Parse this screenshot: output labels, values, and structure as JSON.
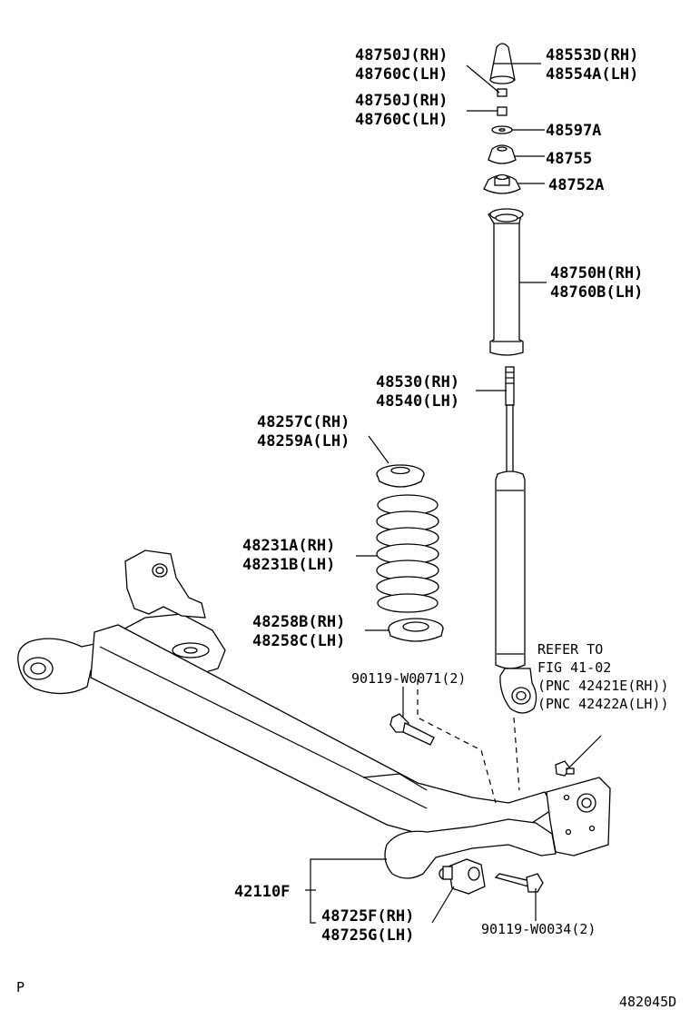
{
  "labels": {
    "nut_upper": [
      "48750J(RH)",
      "48760C(LH)"
    ],
    "bound_stopper": [
      "48553D(RH)",
      "48554A(LH)"
    ],
    "nut_lower": [
      "48750J(RH)",
      "48760C(LH)"
    ],
    "washer": "48597A",
    "cushion": "48755",
    "support": "48752A",
    "dust_cover": [
      "48750H(RH)",
      "48760B(LH)"
    ],
    "absorber": [
      "48530(RH)",
      "48540(LH)"
    ],
    "insulator_upper": [
      "48257C(RH)",
      "48259A(LH)"
    ],
    "coil_spring": [
      "48231A(RH)",
      "48231B(LH)"
    ],
    "insulator_lower": [
      "48258B(RH)",
      "48258C(LH)"
    ],
    "bolt_upper": "90119-W0071(2)",
    "refer": [
      "REFER TO",
      "FIG 41-02",
      "(PNC 42421E(RH))",
      "(PNC 42422A(LH))"
    ],
    "beam": "42110F",
    "bushing": [
      "48725F(RH)",
      "48725G(LH)"
    ],
    "bolt_lower": "90119-W0034(2)",
    "corner_letter": "P",
    "figure_id": "482045D"
  }
}
